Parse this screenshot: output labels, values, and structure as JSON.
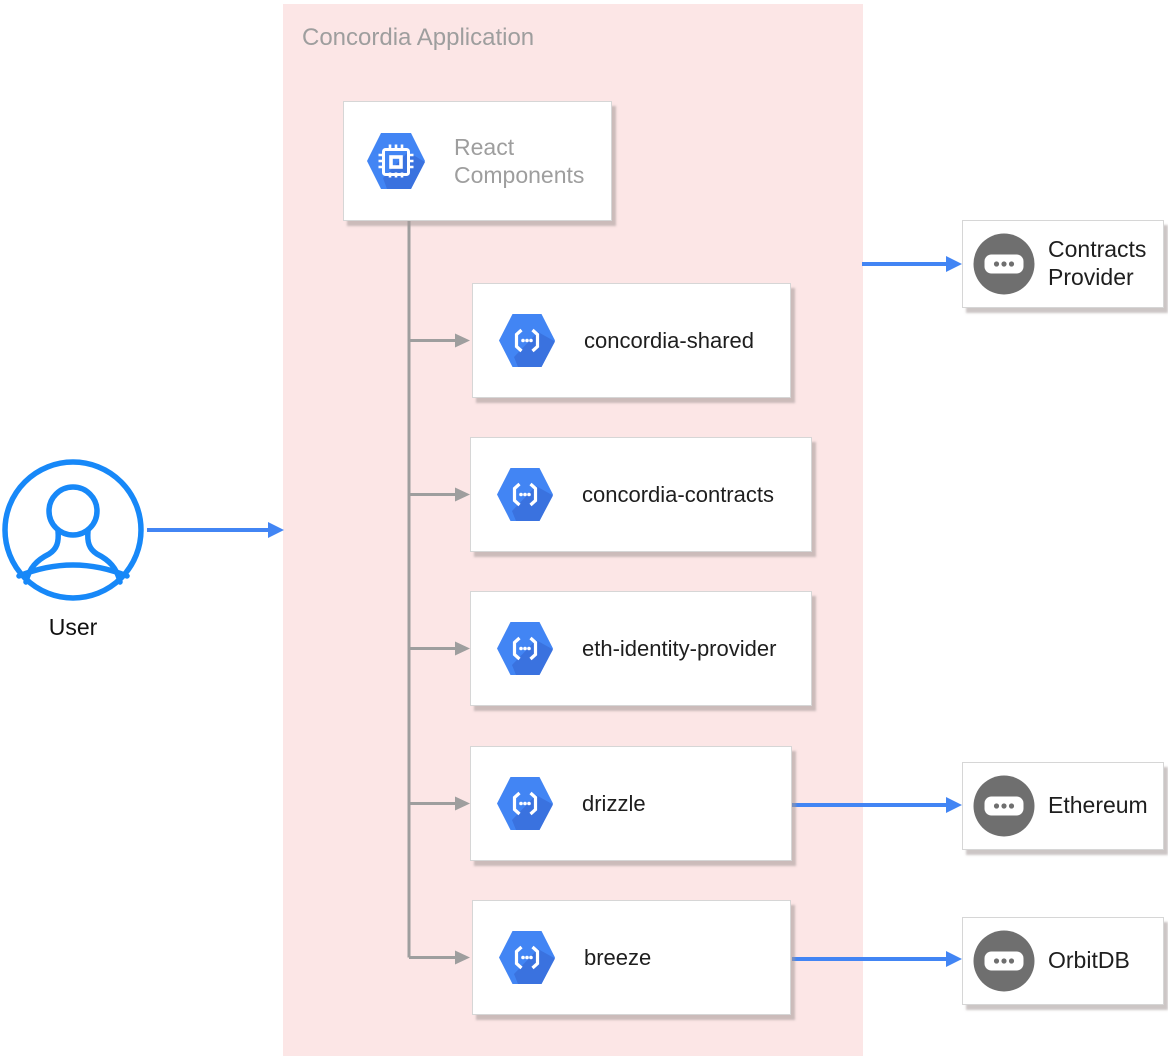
{
  "diagram": {
    "container": {
      "label": "Concordia Application"
    },
    "user": {
      "label": "User"
    },
    "root_node": {
      "label": "React Components"
    },
    "module_nodes": [
      {
        "label": "concordia-shared"
      },
      {
        "label": "concordia-contracts"
      },
      {
        "label": "eth-identity-provider"
      },
      {
        "label": "drizzle"
      },
      {
        "label": "breeze"
      }
    ],
    "external_nodes": [
      {
        "label": "Contracts Provider"
      },
      {
        "label": "Ethereum"
      },
      {
        "label": "OrbitDB"
      }
    ],
    "colors": {
      "container_fill": "#fce6e6",
      "node_icon_blue": "#4285f4",
      "node_icon_blue_fold": "#3a72df",
      "external_icon_gray": "#6f6f6f",
      "arrow_blue": "#4285f4",
      "tree_gray": "#9e9e9e",
      "muted_text": "#9e9e9e",
      "user_blue": "#1788f8"
    }
  }
}
